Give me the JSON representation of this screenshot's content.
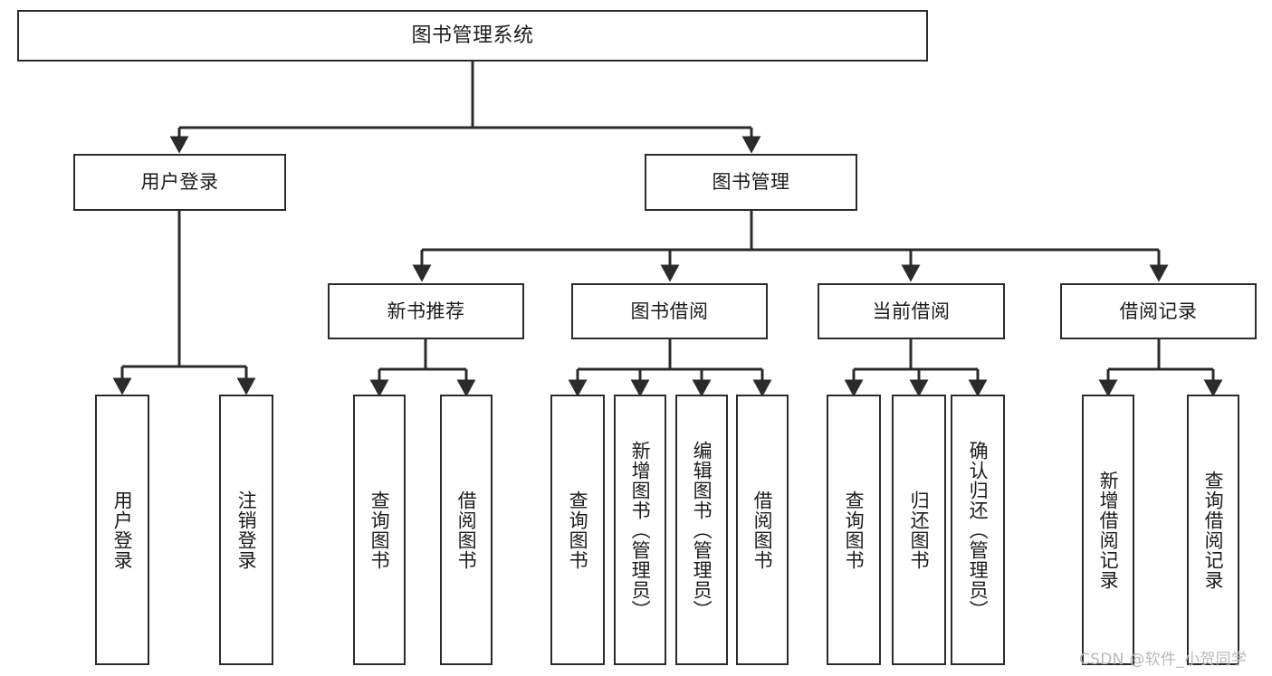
{
  "diagram": {
    "type": "tree",
    "title": "图书管理系统",
    "root": {
      "label": "图书管理系统"
    },
    "level2": [
      {
        "label": "用户登录"
      },
      {
        "label": "图书管理"
      }
    ],
    "level3": [
      {
        "label": "新书推荐"
      },
      {
        "label": "图书借阅"
      },
      {
        "label": "当前借阅"
      },
      {
        "label": "借阅记录"
      }
    ],
    "leaves": {
      "user_login": [
        {
          "label": "用户登录"
        },
        {
          "label": "注销登录"
        }
      ],
      "new_book_recommend": [
        {
          "label": "查询图书"
        },
        {
          "label": "借阅图书"
        }
      ],
      "book_borrow": [
        {
          "label": "查询图书"
        },
        {
          "label": "新增图书（管理员）"
        },
        {
          "label": "编辑图书（管理员）"
        },
        {
          "label": "借阅图书"
        }
      ],
      "current_borrow": [
        {
          "label": "查询图书"
        },
        {
          "label": "归还图书"
        },
        {
          "label": "确认归还（管理员）"
        }
      ],
      "borrow_record": [
        {
          "label": "新增借阅记录"
        },
        {
          "label": "查询借阅记录"
        }
      ]
    }
  },
  "watermark": {
    "text": "CSDN @软件_小贺同学"
  },
  "colors": {
    "box_border": "#2b2b2b",
    "box_fill": "#ffffff",
    "edge": "#2b2b2b",
    "text": "#1b1b1b",
    "watermark": "#b8b8b8",
    "background": "#ffffff"
  }
}
